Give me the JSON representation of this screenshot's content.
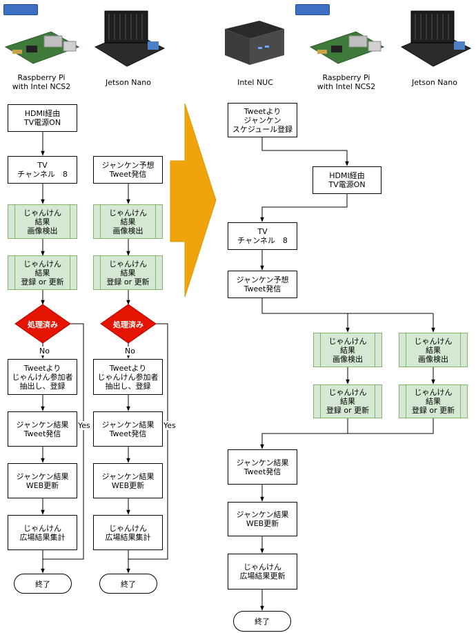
{
  "devices": {
    "left_rpi": "Raspberry Pi\nwith Intel NCS2",
    "left_jetson": "Jetson Nano",
    "right_nuc": "Intel NUC",
    "right_rpi": "Raspberry Pi\nwith Intel NCS2",
    "right_jetson": "Jetson Nano"
  },
  "left_flow": {
    "col1": {
      "step1": "HDMI経由\nTV電源ON",
      "step2": "TV\nチャンネル　8",
      "detect": "じゃんけん\n結果\n画像検出",
      "register": "じゃんけん\n結果\n登録 or 更新",
      "decision": "処理済み",
      "no": "No",
      "yes": "Yes",
      "extract": "Tweetより\nじゃんけん参加者\n抽出し、登録",
      "tweet": "ジャンケン結果\nTweet発信",
      "web": "ジャンケン結果\nWEB更新",
      "tally": "じゃんけん\n広場結果集計",
      "end": "終了"
    },
    "col2": {
      "predict": "ジャンケン予想\nTweet発信",
      "detect": "じゃんけん\n結果\n画像検出",
      "register": "じゃんけん\n結果\n登録 or 更新",
      "decision": "処理済み",
      "no": "No",
      "yes": "Yes",
      "extract": "Tweetより\nじゃんけん参加者\n抽出し、登録",
      "tweet": "ジャンケン結果\nTweet発信",
      "web": "ジャンケン結果\nWEB更新",
      "tally": "じゃんけん\n広場結果集計",
      "end": "終了"
    }
  },
  "right_flow": {
    "schedule": "Tweetより\nジャンケン\nスケジュール登録",
    "hdmi": "HDMI経由\nTV電源ON",
    "channel": "TV\nチャンネル　8",
    "predict": "ジャンケン予想\nTweet発信",
    "detect_a": "じゃんけん\n結果\n画像検出",
    "detect_b": "じゃんけん\n結果\n画像検出",
    "register_a": "じゃんけん\n結果\n登録 or 更新",
    "register_b": "じゃんけん\n結果\n登録 or 更新",
    "tweet": "ジャンケン結果\nTweet発信",
    "web": "ジャンケン結果\nWEB更新",
    "update": "じゃんけん\n広場結果更新",
    "end": "終了"
  },
  "colors": {
    "green_fill": "#d5e8d4",
    "green_stroke": "#82b366",
    "decision_fill": "#e51400",
    "arrow_fill": "#f0a30a"
  }
}
